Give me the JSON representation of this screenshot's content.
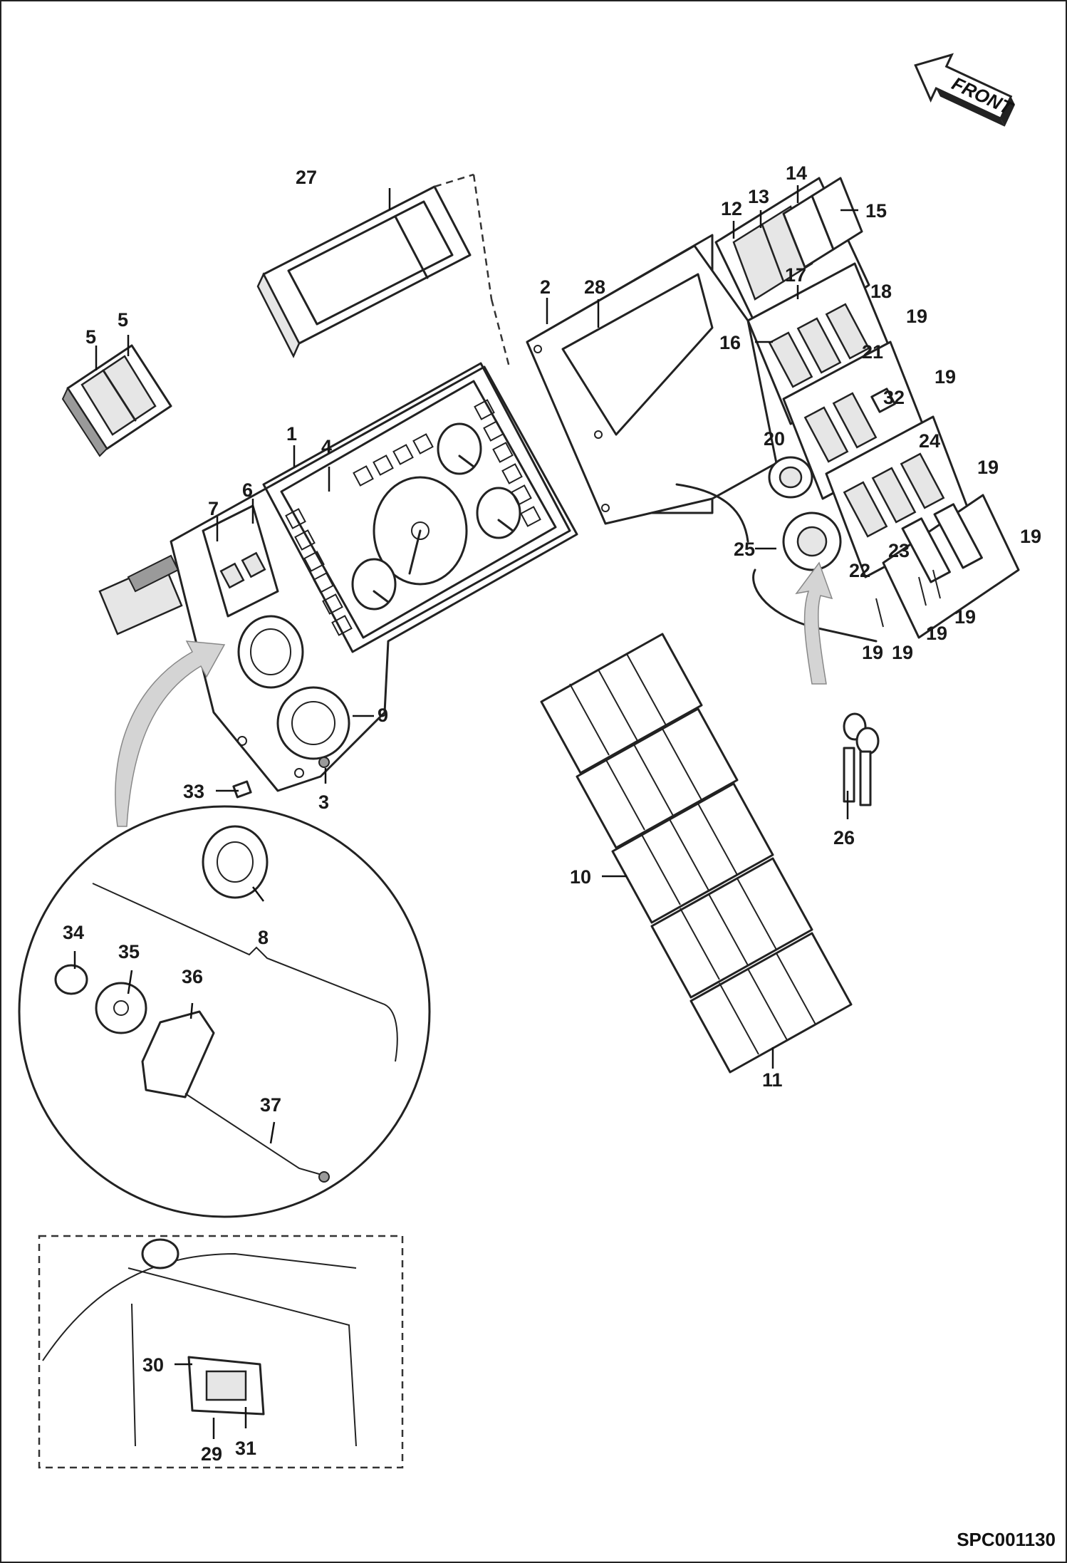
{
  "drawing": {
    "reference_code": "SPC001130",
    "orientation_tag": "FRONT"
  },
  "callouts": {
    "c1": "1",
    "c2": "2",
    "c3": "3",
    "c4": "4",
    "c5a": "5",
    "c5b": "5",
    "c6": "6",
    "c7": "7",
    "c8": "8",
    "c9": "9",
    "c10": "10",
    "c11": "11",
    "c12": "12",
    "c13": "13",
    "c14": "14",
    "c15": "15",
    "c16": "16",
    "c17": "17",
    "c18": "18",
    "c19a": "19",
    "c19b": "19",
    "c19c": "19",
    "c19d": "19",
    "c19e": "19",
    "c19f": "19",
    "c19g": "19",
    "c19h": "19",
    "c20": "20",
    "c21": "21",
    "c22": "22",
    "c23": "23",
    "c24": "24",
    "c25": "25",
    "c26": "26",
    "c27": "27",
    "c28": "28",
    "c29": "29",
    "c30": "30",
    "c31": "31",
    "c32": "32",
    "c33": "33",
    "c34": "34",
    "c35": "35",
    "c36": "36",
    "c37": "37"
  }
}
